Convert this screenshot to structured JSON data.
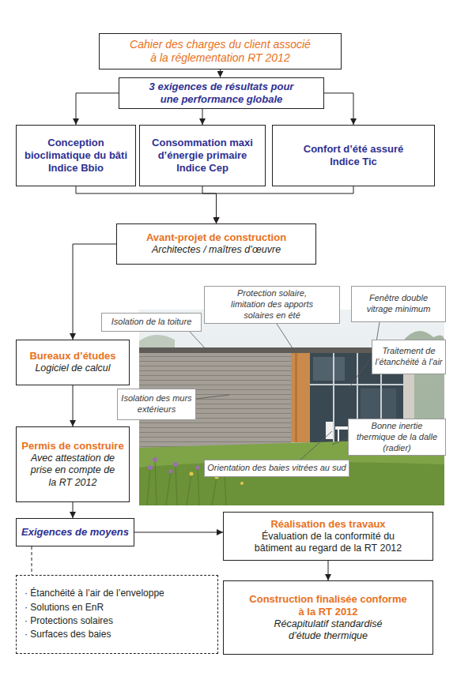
{
  "diagram": {
    "nodes": [
      {
        "text": [
          "Cahier des charges du client associé à la réglementation RT 2012"
        ]
      },
      {
        "text": [
          "3 exigences de résultats pour une performance globale"
        ]
      },
      {
        "text": [
          "Conception bioclimatique du bâti Indice Bbio"
        ]
      },
      {
        "text": [
          "Consommation maxi d’énergie primaire Indice Cep"
        ]
      },
      {
        "text": [
          "Confort d’été assuré Indice Tic"
        ]
      },
      {
        "text": [
          "Avant-projet de construction",
          "Architectes / maîtres d’œuvre"
        ]
      },
      {
        "text": [
          "Protection solaire, limitation des apports solaires en été"
        ]
      },
      {
        "text": [
          "Fenêtre double vitrage minimum"
        ]
      },
      {
        "text": [
          "Isolation de la toiture"
        ]
      },
      {
        "text": [
          "Traitement de l’étanchéité à l’air"
        ]
      },
      {
        "text": [
          "Bureaux d’études",
          "Logiciel de calcul"
        ]
      },
      {
        "text": [
          "Isolation des murs extérieurs"
        ]
      },
      {
        "text": [
          "Orientation des baies vitrées au sud"
        ]
      },
      {
        "text": [
          "Bonne inertie thermique de la dalle (radier)"
        ]
      },
      {
        "text": [
          "Permis de construire",
          "Avec attestation de prise en compte de la RT 2012"
        ]
      },
      {
        "text": [
          "Exigences de moyens"
        ]
      },
      {
        "text": [
          "Réalisation des travaux",
          "Évaluation de la conformité du bâtiment au regard de la RT 2012"
        ]
      },
      {
        "text": [
          "· Étanchéité à l’air de l’enveloppe",
          "· Solutions en EnR",
          "· Protections solaires",
          "· Surfaces des baies"
        ]
      },
      {
        "text": [
          "Construction finalisée conforme à la RT 2012",
          "Récapitulatif standardisé d’étude thermique"
        ]
      }
    ],
    "edges": [
      {
        "from": 0,
        "to": 1,
        "arrow": "to"
      },
      {
        "from": 1,
        "to": 2,
        "arrow": "to"
      },
      {
        "from": 1,
        "to": 3,
        "arrow": "to"
      },
      {
        "from": 1,
        "to": 4,
        "arrow": "to"
      },
      {
        "from": 2,
        "to": 5,
        "arrow": "to"
      },
      {
        "from": 3,
        "to": 5,
        "arrow": "to"
      },
      {
        "from": 4,
        "to": 5,
        "arrow": "to"
      },
      {
        "from": 5,
        "to": 10,
        "arrow": "to"
      },
      {
        "from": 10,
        "to": 14,
        "arrow": "to"
      },
      {
        "from": 14,
        "to": 15,
        "arrow": "to"
      },
      {
        "from": 15,
        "to": 16,
        "arrow": "to"
      },
      {
        "from": 16,
        "to": 18,
        "arrow": "to"
      },
      {
        "from": 15,
        "to": 17,
        "arrow": "none"
      }
    ]
  }
}
